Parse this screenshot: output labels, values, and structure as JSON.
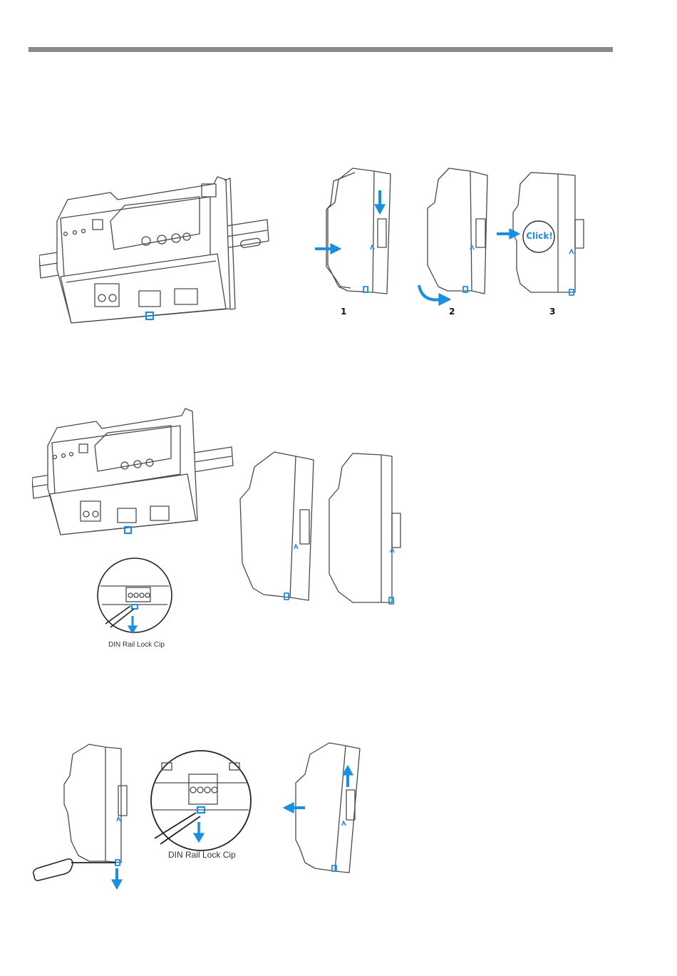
{
  "steps": {
    "s1": "1",
    "s2": "2",
    "s3": "3"
  },
  "click_label": "Click!",
  "callouts": {
    "removal_view_a": "DIN Rail Lock Cip",
    "removal_view_b": "DIN Rail Lock Cip"
  },
  "colors": {
    "accent": "#1a8fe0",
    "line": "#4a4a4a",
    "rule": "#8a8a8a"
  },
  "icons": [
    "arrow-icon",
    "screwdriver-icon",
    "magnifier-circle-icon"
  ]
}
